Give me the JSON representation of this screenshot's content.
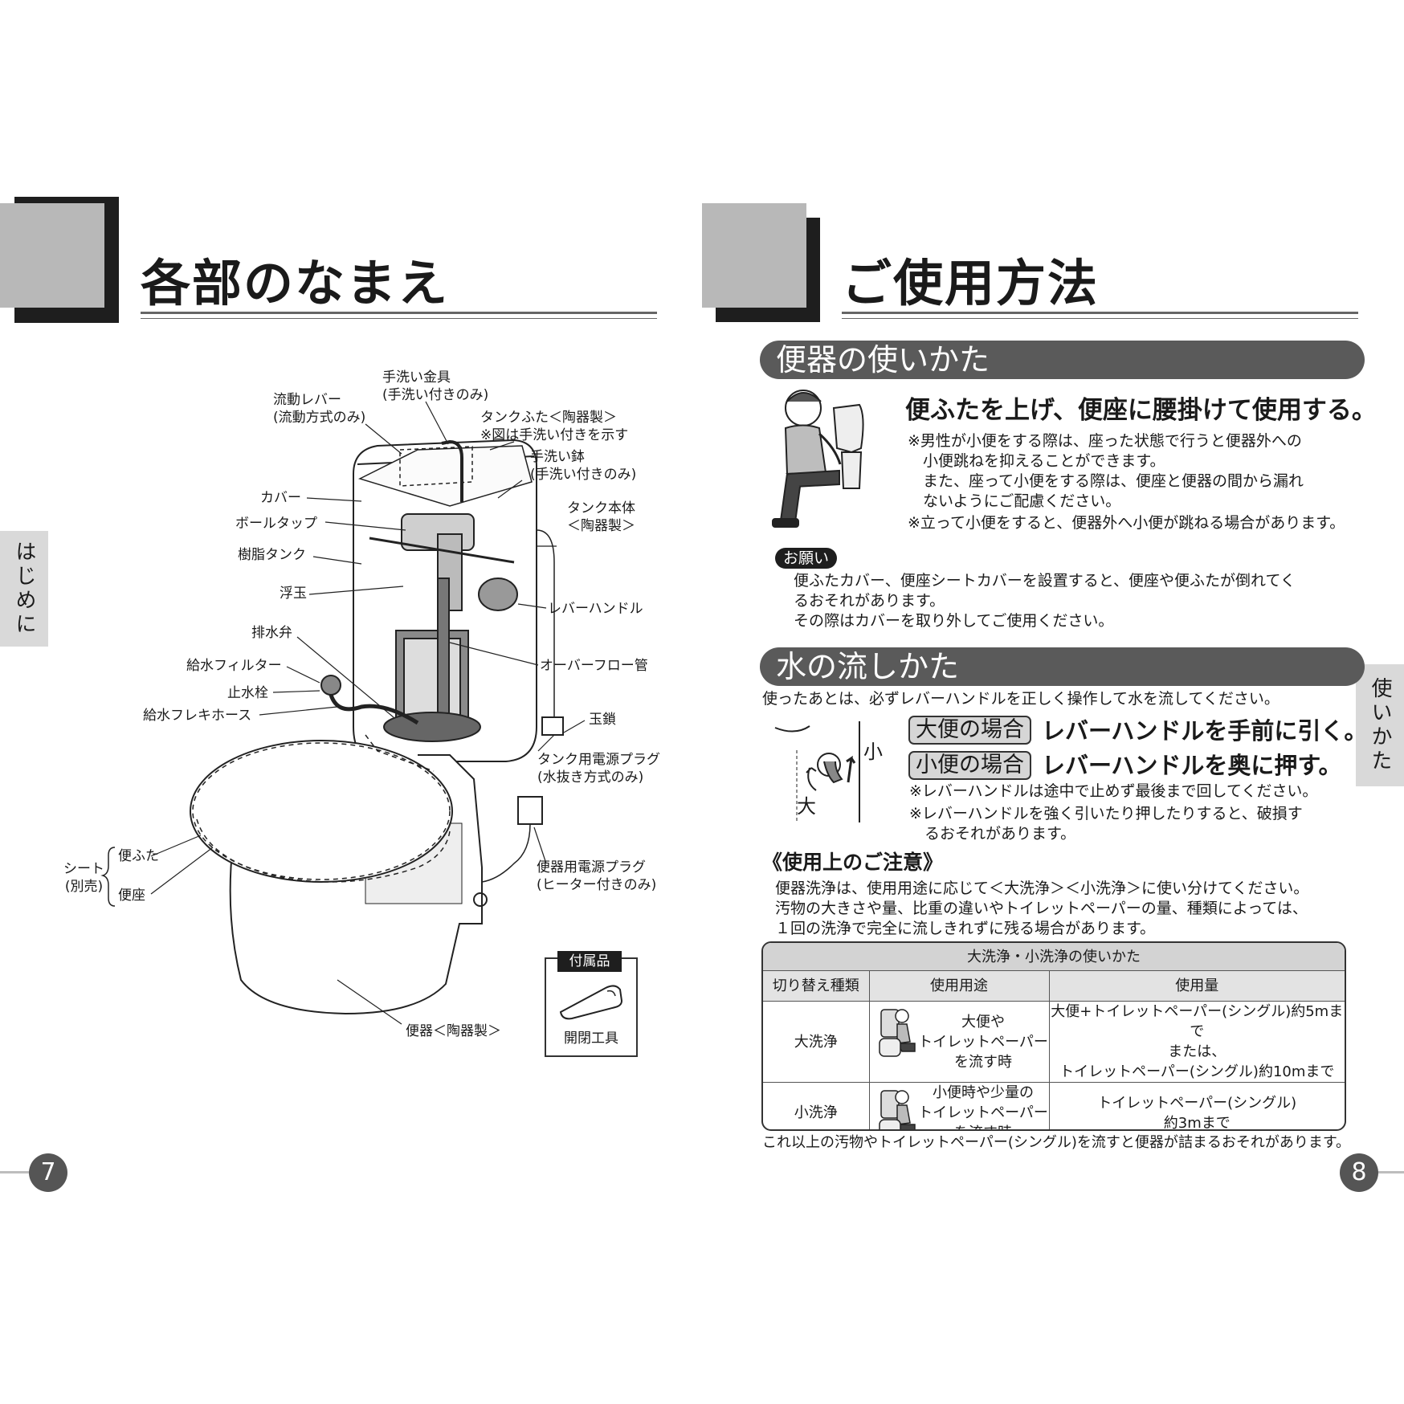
{
  "left": {
    "title": "各部のなまえ",
    "side_tab": "はじめに",
    "page_number": "7",
    "labels": {
      "faucet": "手洗い金具\n(手洗い付きのみ)",
      "flow_lever": "流動レバー\n(流動方式のみ)",
      "tank_lid": "タンクふた＜陶器製＞\n※図は手洗い付きを示す",
      "hand_bowl": "手洗い鉢\n(手洗い付きのみ)",
      "cover": "カバー",
      "ball_tap": "ボールタップ",
      "tank_body": "タンク本体\n＜陶器製＞",
      "resin_tank": "樹脂タンク",
      "float": "浮玉",
      "lever_handle": "レバーハンドル",
      "drain_valve": "排水弁",
      "overflow_pipe": "オーバーフロー管",
      "water_filter": "給水フィルター",
      "stop_valve": "止水栓",
      "flex_hose": "給水フレキホース",
      "ball_chain": "玉鎖",
      "tank_plug": "タンク用電源プラグ\n(水抜き方式のみ)",
      "toilet_plug": "便器用電源プラグ\n(ヒーター付きのみ)",
      "seat_group": "シート\n(別売)",
      "lid": "便ふた",
      "seat": "便座",
      "bowl": "便器＜陶器製＞",
      "accessory_title": "付属品",
      "accessory_name": "開閉工具"
    }
  },
  "right": {
    "title": "ご使用方法",
    "side_tab": "使いかた",
    "page_number": "8",
    "section1": {
      "heading": "便器の使いかた",
      "main": "便ふたを上げ、便座に腰掛けて使用する。",
      "notes": [
        "※男性が小便をする際は、座った状態で行うと便器外への",
        "　小便跳ねを抑えることができます。",
        "　また、座って小便をする際は、便座と便器の間から漏れ",
        "　ないようにご配慮ください。",
        "※立って小便をすると、便器外へ小便が跳ねる場合があります。"
      ],
      "request_badge": "お願い",
      "request_text": [
        "便ふたカバー、便座シートカバーを設置すると、便座や便ふたが倒れてく",
        "るおそれがあります。",
        "その際はカバーを取り外してご使用ください。"
      ]
    },
    "section2": {
      "heading": "水の流しかた",
      "intro": "使ったあとは、必ずレバーハンドルを正しく操作して水を流してください。",
      "lever_small": "小",
      "lever_large": "大",
      "large_tag": "大便の場合",
      "large_text": "レバーハンドルを手前に引く。",
      "small_tag": "小便の場合",
      "small_text": "レバーハンドルを奥に押す。",
      "notes": [
        "※レバーハンドルは途中で止めず最後まで回してください。",
        "※レバーハンドルを強く引いたり押したりすると、破損す",
        "　るおそれがあります。"
      ]
    },
    "caution": {
      "heading": "《使用上のご注意》",
      "text": [
        "便器洗浄は、使用用途に応じて＜大洗浄＞＜小洗浄＞に使い分けてください。",
        "汚物の大きさや量、比重の違いやトイレットペーパーの量、種類によっては、",
        "１回の洗浄で完全に流しきれずに残る場合があります。"
      ]
    },
    "table": {
      "caption": "大洗浄・小洗浄の使いかた",
      "headers": [
        "切り替え種類",
        "使用用途",
        "使用量"
      ],
      "rows": [
        {
          "type": "大洗浄",
          "use": "大便や\nトイレットペーパー\nを流す時",
          "amount": "大便+トイレットペーパー(シングル)約5mまで\nまたは、\nトイレットペーパー(シングル)約10mまで"
        },
        {
          "type": "小洗浄",
          "use": "小便時や少量の\nトイレットペーパー\nを流す時",
          "amount": "トイレットペーパー(シングル)\n約3mまで"
        }
      ],
      "footnote": "これ以上の汚物やトイレットペーパー(シングル)を流すと便器が詰まるおそれがあります。"
    }
  },
  "colors": {
    "header_grey": "#b8b8b8",
    "header_black": "#1e1e1e",
    "pill_fill": "#5a5a5a",
    "tab_fill": "#d9d9d9",
    "page_circle": "#555555"
  }
}
